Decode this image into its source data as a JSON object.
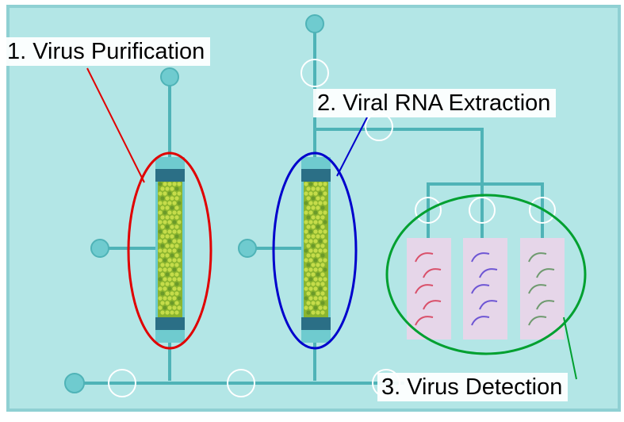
{
  "labels": {
    "virus_purification": "1. Virus Purification",
    "viral_rna_extraction": "2. Viral RNA Extraction",
    "virus_detection": "3. Virus Detection"
  },
  "colors": {
    "board": "#b3e6e6",
    "board_edge": "#8fd0d3",
    "channel": "#4fb3b7",
    "port": "#6fcbcf",
    "column_end": "#2b6f86",
    "bead": "#a9c637",
    "purification_highlight": "#e00000",
    "extraction_highlight": "#0000cc",
    "detection_highlight": "#00a030",
    "detection_chamber": "#e6d6e9",
    "curve_red": "#d9506a",
    "curve_blue": "#6e56d4",
    "curve_green": "#6f9a6f"
  }
}
